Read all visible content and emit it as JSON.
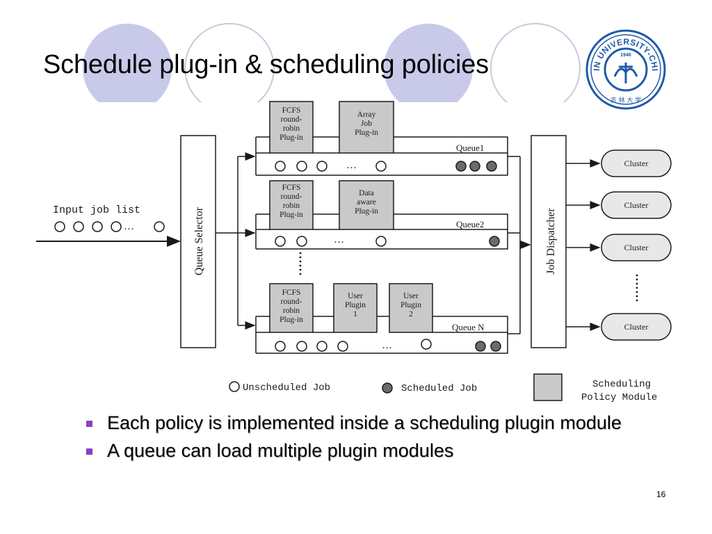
{
  "title": "Schedule plug-in & scheduling policies",
  "logo": {
    "ring_text": "JILIN UNIVERSITY-CHINA",
    "year": "1946",
    "bottom_text": "吉 林 大 学",
    "color": "#1f5aa8"
  },
  "diagram": {
    "input_label": "Input job list",
    "input_ellipsis": "…",
    "selector_label": "Queue  Selector",
    "dispatcher_label": "Job  Dispatcher",
    "queues": [
      {
        "name": "Queue1",
        "plugins": [
          "FCFS round-robin Plug-in",
          "Array Job Plug-in"
        ],
        "ellipsis": "…"
      },
      {
        "name": "Queue2",
        "plugins": [
          "FCFS round-robin Plug-in",
          "Data aware Plug-in"
        ],
        "ellipsis": "…"
      },
      {
        "name": "Queue N",
        "plugins": [
          "FCFS round-robin Plug-in",
          "User Plugin 1",
          "User Plugin 2"
        ],
        "ellipsis": "…"
      }
    ],
    "cluster_label": "Cluster",
    "legend": {
      "unscheduled": "Unscheduled Job",
      "scheduled": "Scheduled Job",
      "module_line1": "Scheduling",
      "module_line2": "Policy Module"
    },
    "colors": {
      "module_fill": "#c9c9c9",
      "scheduled_fill": "#6b6b6b",
      "stroke": "#1a1a1a"
    }
  },
  "bullets": [
    "Each policy is implemented inside a scheduling plugin module",
    "A queue can load multiple plugin modules"
  ],
  "page_number": "16",
  "colors": {
    "bullet": "#8a3ec6",
    "circle_fill": "#c8c8e8",
    "circle_outline": "#c9c9dd"
  }
}
